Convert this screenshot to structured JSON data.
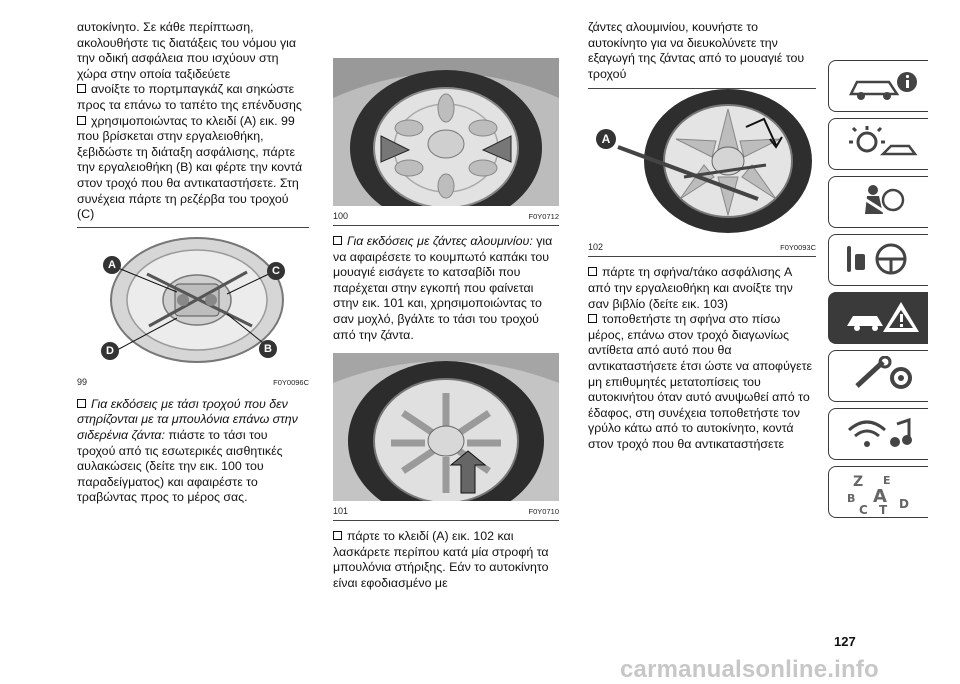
{
  "left_column": {
    "p1": "αυτοκίνητο. Σε κάθε περίπτωση, ακολουθήστε τις διατάξεις του νόμου για την οδική ασφάλεια που ισχύουν στη χώρα στην οποία ταξιδεύετε",
    "b1": "ανοίξτε το πορτμπαγκάζ και σηκώστε προς τα επάνω το ταπέτο της επένδυσης",
    "b2": "χρησιμοποιώντας το κλειδί (A) εικ. 99 που βρίσκεται στην εργαλειοθήκη, ξεβιδώστε τη διάταξη ασφάλισης, πάρτε την εργαλειοθήκη (B) και φέρτε την κοντά στον τροχό που θα αντικαταστήσετε. Στη συνέχεια πάρτε τη ρεζέρβα του τροχού (C)",
    "fig99": {
      "number": "99",
      "code": "F0Y0096C",
      "labels": [
        "A",
        "B",
        "C",
        "D"
      ]
    },
    "b3_italic": "Για εκδόσεις με τάσι τροχού που δεν στηρίζονται με τα μπουλόνια επάνω στην σιδερένια ζάντα:",
    "b3_rest": " πιάστε το τάσι του τροχού από τις εσωτερικές αισθητικές αυλακώσεις (δείτε την εικ. 100 του παραδείγματος) και αφαιρέστε το τραβώντας προς το μέρος σας."
  },
  "middle_column": {
    "fig100": {
      "number": "100",
      "code": "F0Y0712"
    },
    "b1_italic": "Για εκδόσεις με ζάντες αλουμινίου:",
    "b1_rest": " για να αφαιρέσετε το κουμπωτό καπάκι του μουαγιέ εισάγετε το κατσαβίδι που παρέχεται στην εγκοπή που φαίνεται στην εικ. 101 και, χρησιμοποιώντας το σαν μοχλό, βγάλτε το τάσι του τροχού από την ζάντα.",
    "fig101": {
      "number": "101",
      "code": "F0Y0710"
    },
    "b2": "πάρτε το κλειδί (A) εικ. 102 και λασκάρετε περίπου κατά μία στροφή τα μπουλόνια στήριξης. Εάν το αυτοκίνητο είναι εφοδιασμένο με"
  },
  "right_column": {
    "p1": "ζάντες αλουμινίου, κουνήστε το αυτοκίνητο για να διευκολύνετε την εξαγωγή της ζάντας από το μουαγιέ του τροχού",
    "fig102": {
      "number": "102",
      "code": "F0Y0093C",
      "label": "A"
    },
    "b1": "πάρτε τη σφήνα/τάκο ασφάλισης A από την εργαλειοθήκη και ανοίξτε την σαν βιβλίο (δείτε εικ. 103)",
    "b2": "τοποθετήστε τη σφήνα στο πίσω μέρος, επάνω στον τροχό διαγωνίως αντίθετα από αυτό που θα αντικαταστήσετε έτσι ώστε να αποφύγετε μη επιθυμητές μετατοπίσεις του αυτοκινήτου όταν αυτό ανυψωθεί από το έδαφος, στη συνέχεια τοποθετήστε τον γρύλο κάτω από το αυτοκίνητο, κοντά στον τροχό που θα αντικαταστήσετε"
  },
  "side_tabs": [
    {
      "icon": "car-info-icon",
      "active": false
    },
    {
      "icon": "dashboard-lights-icon",
      "active": false
    },
    {
      "icon": "airbag-safety-icon",
      "active": false
    },
    {
      "icon": "steering-driving-icon",
      "active": false
    },
    {
      "icon": "emergency-icon",
      "active": true
    },
    {
      "icon": "maintenance-icon",
      "active": false
    },
    {
      "icon": "multimedia-icon",
      "active": false
    },
    {
      "icon": "index-icon",
      "active": false,
      "letters": [
        "Z",
        "E",
        "B",
        "A",
        "C",
        "T",
        "D"
      ]
    }
  ],
  "page_number": "127",
  "watermark": "carmanualsonline.info",
  "colors": {
    "tab_border": "#3a3a3a",
    "active_tab": "#3a3a3a",
    "watermark": "#c7c7c7"
  }
}
